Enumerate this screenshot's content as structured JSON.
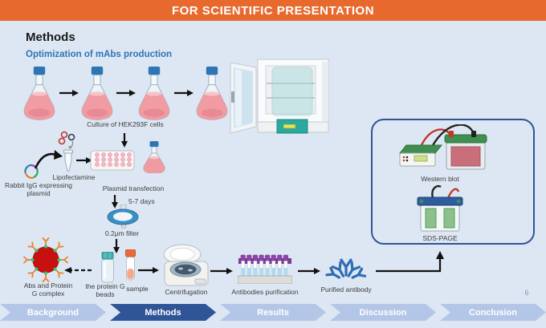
{
  "header": {
    "title": "FOR SCIENTIFIC PRESENTATION"
  },
  "slide": {
    "title": "Methods",
    "subtitle": "Optimization of mAbs production",
    "page_number": "6",
    "workflow": {
      "culture_label": "Culture of HEK293F cells",
      "rabbit_igg_label": "Rabbit IgG expressing plasmid",
      "lipofectamine_label": "Lipofectamine",
      "transfection_label": "Plasmid transfection",
      "duration_label": "5-7 days",
      "filter_label": "0.2μm filter",
      "complex_label": "Abs and Protein G complex",
      "beads_label": "the protein G beads",
      "sample_label": "sample",
      "centrifugation_label": "Centrifugation",
      "purification_label": "Antibodies purification",
      "purified_label": "Purified antibody",
      "western_blot_label": "Western blot",
      "sds_page_label": "SDS-PAGE"
    }
  },
  "nav": {
    "items": [
      {
        "label": "Background",
        "active": false
      },
      {
        "label": "Methods",
        "active": true
      },
      {
        "label": "Results",
        "active": false
      },
      {
        "label": "Discussion",
        "active": false
      },
      {
        "label": "Conclusion",
        "active": false
      }
    ]
  },
  "colors": {
    "header_bg": "#E8692E",
    "slide_bg": "#DDE7F3",
    "accent_blue": "#2E74B5",
    "nav_active": "#2F5597",
    "nav_inactive": "#B3C6E7",
    "flask_liquid": "#F19BA3",
    "protein_g_red": "#C81010"
  }
}
